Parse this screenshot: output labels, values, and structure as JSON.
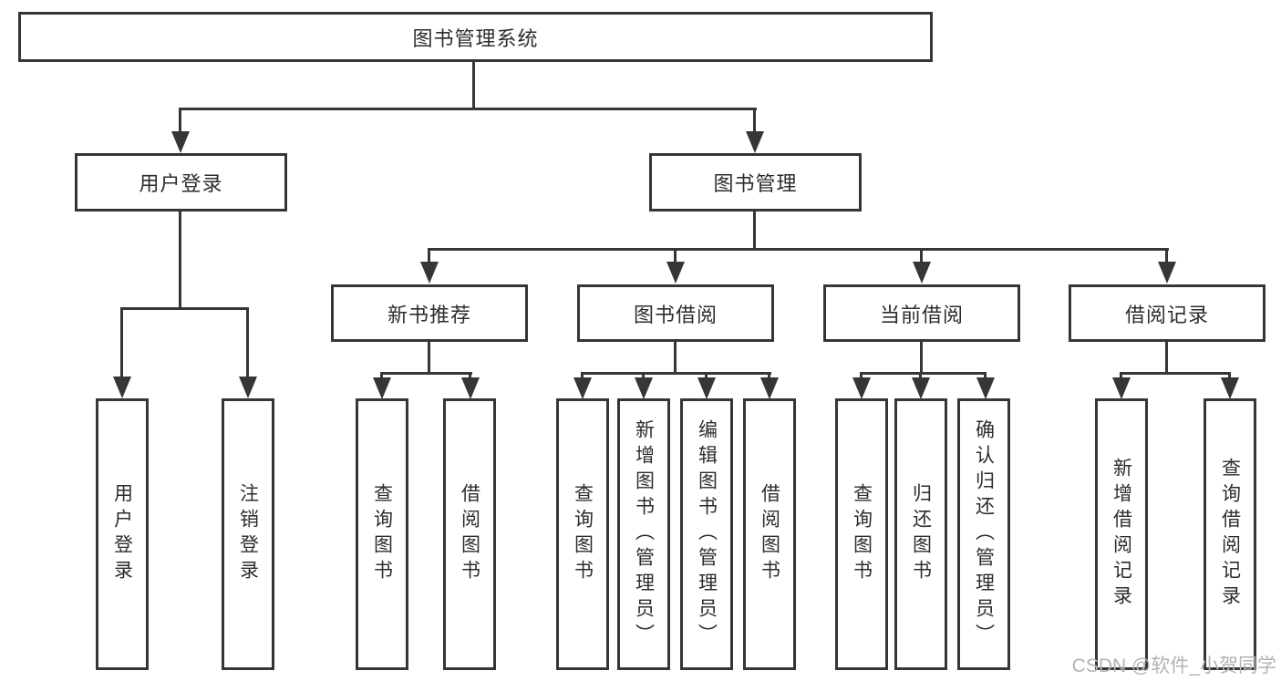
{
  "diagram": {
    "type": "hierarchy-tree",
    "root": {
      "label": "图书管理系统",
      "children": [
        {
          "label": "用户登录",
          "leaves": [
            {
              "label": "用户登录"
            },
            {
              "label": "注销登录"
            }
          ]
        },
        {
          "label": "图书管理",
          "children": [
            {
              "label": "新书推荐",
              "leaves": [
                {
                  "label": "查询图书"
                },
                {
                  "label": "借阅图书"
                }
              ]
            },
            {
              "label": "图书借阅",
              "leaves": [
                {
                  "label": "查询图书"
                },
                {
                  "label": "新增图书（管理员）"
                },
                {
                  "label": "编辑图书（管理员）"
                },
                {
                  "label": "借阅图书"
                }
              ]
            },
            {
              "label": "当前借阅",
              "leaves": [
                {
                  "label": "查询图书"
                },
                {
                  "label": "归还图书"
                },
                {
                  "label": "确认归还（管理员）"
                }
              ]
            },
            {
              "label": "借阅记录",
              "leaves": [
                {
                  "label": "新增借阅记录"
                },
                {
                  "label": "查询借阅记录"
                }
              ]
            }
          ]
        }
      ]
    },
    "watermark": "CSDN @软件_小贺同学",
    "colors": {
      "line": "#363636",
      "text": "#2d2d2d",
      "watermark": "#b3b3b3",
      "background": "#ffffff"
    }
  }
}
